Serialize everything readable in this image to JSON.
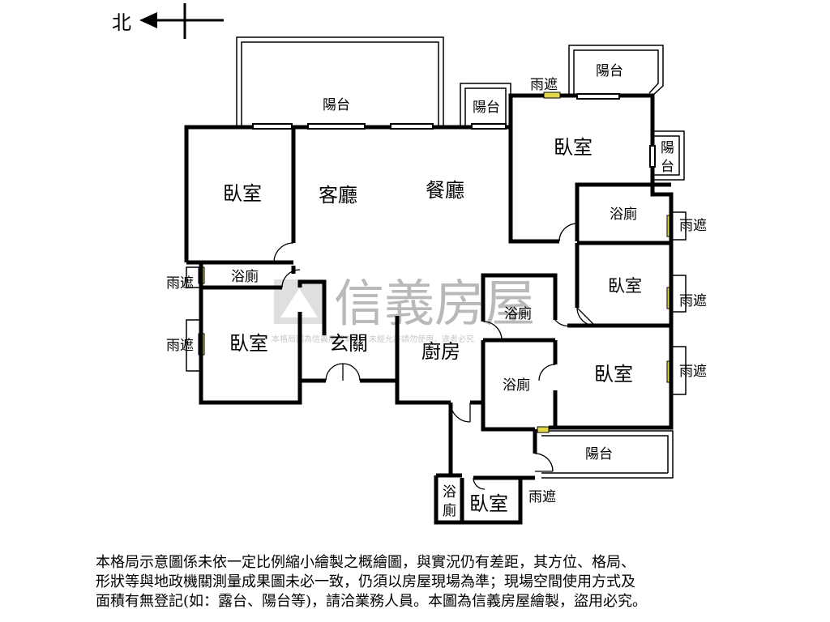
{
  "compass": {
    "label": "北"
  },
  "rooms": {
    "bedroom_nw": "臥室",
    "living": "客廳",
    "dining": "餐廳",
    "bedroom_ne": "臥室",
    "bath_ne": "浴廁",
    "bedroom_e1": "臥室",
    "bath_w": "浴廁",
    "bedroom_w": "臥室",
    "foyer": "玄關",
    "kitchen": "廚房",
    "bath_c1": "浴廁",
    "bath_c2": "浴廁",
    "bedroom_e2": "臥室",
    "bath_s_top": "浴",
    "bath_s_bottom": "廁",
    "bedroom_s": "臥室"
  },
  "balconies": {
    "top_left": "陽台",
    "top_mid": "陽台",
    "top_right": "陽台",
    "right_top": "陽",
    "right_bottom": "台",
    "bottom": "陽台"
  },
  "awnings": {
    "top": "雨遮",
    "right1": "雨遮",
    "right2": "雨遮",
    "right3": "雨遮",
    "left1": "雨遮",
    "left2": "雨遮",
    "bottom": "雨遮"
  },
  "watermark": {
    "brand": "信義房屋",
    "note": "本格局圖為信義房屋繪製，未經允許請勿使用，違者必究"
  },
  "disclaimer": {
    "line1": "本格局示意圖係未依一定比例縮小繪製之概繪圖，與實況仍有差距，其方位、格局、",
    "line2": "形狀等與地政機關測量成果圖未必一致，仍須以房屋現場為準；現場空間使用方式及",
    "line3": "面積有無登記(如：露台、陽台等)，請洽業務人員。本圖為信義房屋繪製，盜用必究。"
  },
  "colors": {
    "wall": "#000000",
    "window_accent": "#e3d84a",
    "watermark": "#b9b9b9"
  }
}
